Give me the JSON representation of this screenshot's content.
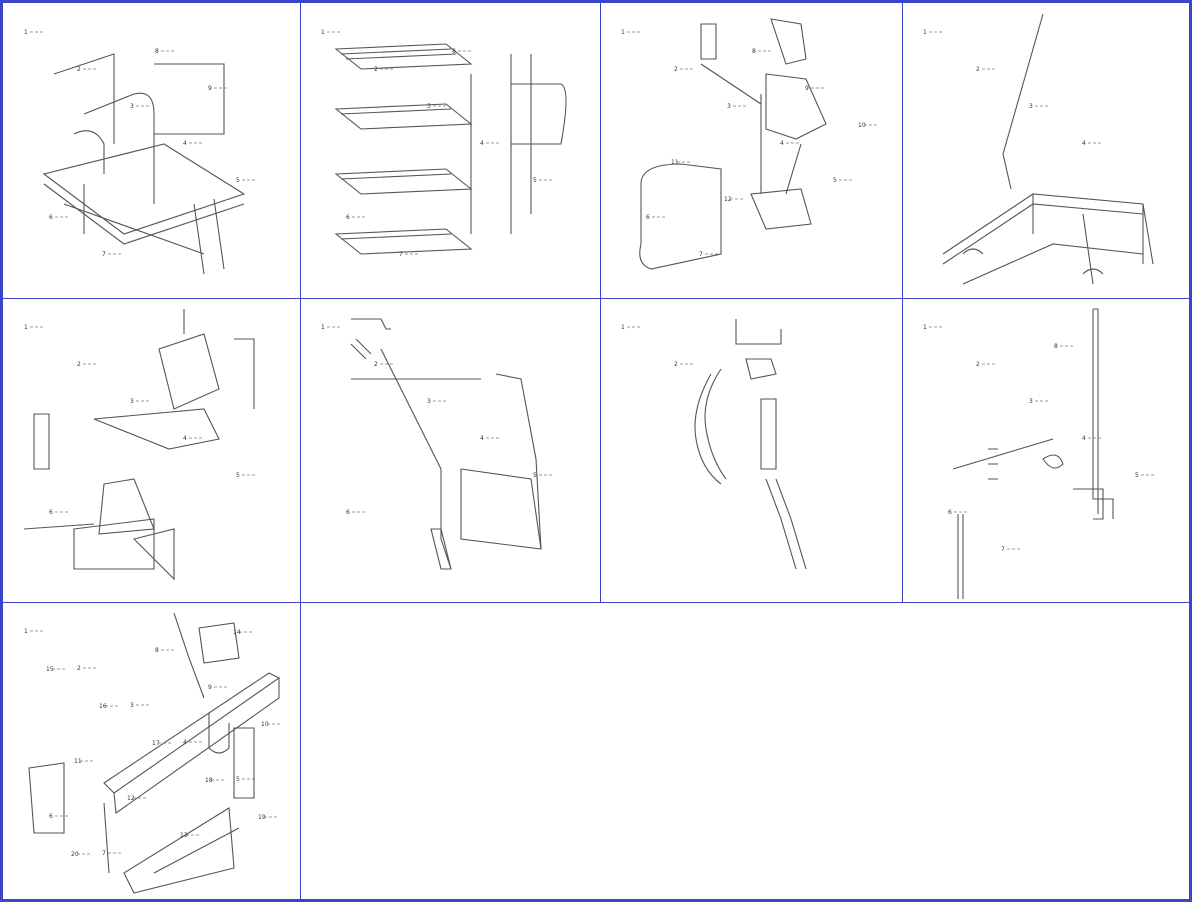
{
  "title": "Exploded parts diagrams",
  "border_color": "#3b44c6",
  "cells": [
    {
      "id": "seat-frame",
      "callouts": [
        "1",
        "2",
        "3",
        "4",
        "5",
        "6",
        "7",
        "8",
        "9"
      ]
    },
    {
      "id": "steps",
      "callouts": [
        "1",
        "2",
        "3",
        "4",
        "5",
        "6",
        "7",
        "8"
      ]
    },
    {
      "id": "pedal-cover",
      "callouts": [
        "1",
        "2",
        "3",
        "4",
        "5",
        "6",
        "7",
        "8",
        "9",
        "10",
        "11",
        "12"
      ]
    },
    {
      "id": "lever-frame",
      "callouts": [
        "1",
        "2",
        "3",
        "4"
      ]
    },
    {
      "id": "pedal-bracket",
      "callouts": [
        "1",
        "2",
        "3",
        "4",
        "5",
        "6"
      ]
    },
    {
      "id": "rod-linkage",
      "callouts": [
        "1",
        "2",
        "3",
        "4",
        "5",
        "6"
      ]
    },
    {
      "id": "hose-bracket",
      "callouts": [
        "1",
        "2"
      ]
    },
    {
      "id": "vertical-rod",
      "callouts": [
        "1",
        "2",
        "3",
        "4",
        "5",
        "6",
        "7",
        "8"
      ]
    },
    {
      "id": "frame-assembly",
      "callouts": [
        "1",
        "2",
        "3",
        "4",
        "5",
        "6",
        "7",
        "8",
        "9",
        "10",
        "11",
        "12",
        "13",
        "14",
        "15",
        "16",
        "17",
        "18",
        "19",
        "20"
      ]
    }
  ]
}
